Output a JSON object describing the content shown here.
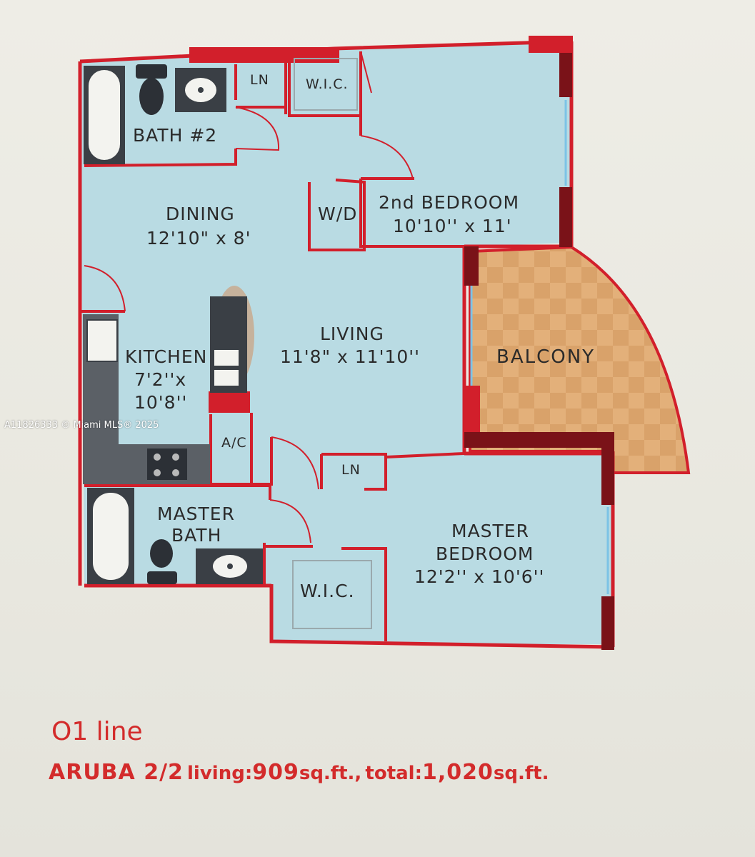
{
  "colors": {
    "wall": "#d21f2b",
    "wall_dark": "#7a1218",
    "floor": "#b9dbe3",
    "balcony": "#dea872",
    "fixture": "#3a3f45",
    "text": "#2a2a2a",
    "caption": "#d32b2b"
  },
  "rooms": {
    "bath2": "BATH #2",
    "ln_top": "LN",
    "wic_top": "W.I.C.",
    "wd": "W/D",
    "bedroom2_name": "2nd BEDROOM",
    "bedroom2_size": "10'10'' x 11'",
    "dining_name": "DINING",
    "dining_size": "12'10\" x 8'",
    "living_name": "LIVING",
    "living_size": "11'8\" x 11'10''",
    "balcony": "BALCONY",
    "kitchen_name": "KITCHEN",
    "kitchen_size1": "7'2''x",
    "kitchen_size2": "10'8''",
    "ac": "A/C",
    "ln_bottom": "LN",
    "master_bath1": "MASTER",
    "master_bath2": "BATH",
    "wic_bottom": "W.I.C.",
    "master_bed1": "MASTER",
    "master_bed2": "BEDROOM",
    "master_bed_size": "12'2'' x 10'6''"
  },
  "caption": {
    "line": "O1 line",
    "model": "ARUBA 2/2",
    "living_label": "living:",
    "living_value": "909",
    "living_unit": "sq.ft.,",
    "total_label": "total:",
    "total_value": "1,020",
    "total_unit": "sq.ft."
  },
  "watermark": "A11826333 © Miami MLS® 2025"
}
